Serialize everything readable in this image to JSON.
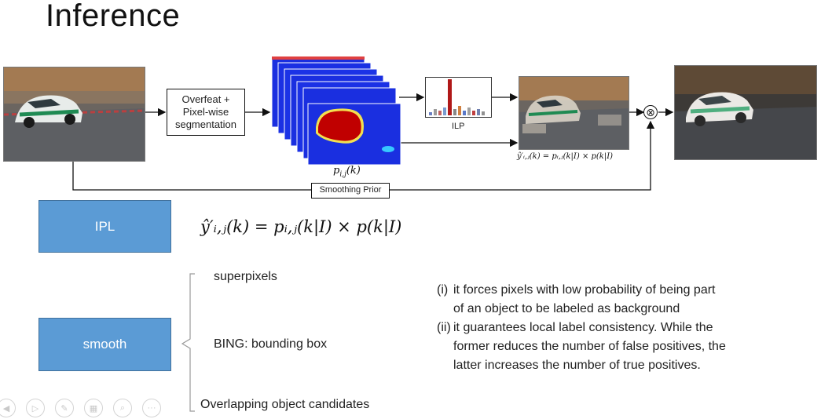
{
  "slide": {
    "title": "Inference"
  },
  "pipeline": {
    "overfeat_box": [
      "Overfeat +",
      "Pixel-wise",
      "segmentation"
    ],
    "heatmap_label": "p_{i,j}(k)",
    "histogram_label": "ILP",
    "smoothing_prior": "Smoothing Prior",
    "result_formula": "ŷ′ᵢ,ⱼ(k) = pᵢ,ⱼ(k|I) × p(k|I)",
    "combine_operator": "⊗"
  },
  "ipl": {
    "label": "IPL",
    "formula": "ŷ′ᵢ,ⱼ(k) = pᵢ,ⱼ(k|I) × p(k|I)"
  },
  "smooth": {
    "label": "smooth",
    "options": [
      "superpixels",
      "BING: bounding box",
      "Overlapping object candidates"
    ]
  },
  "notes": [
    {
      "marker": "(i)",
      "lines": [
        "it forces pixels with low probability of being part",
        "of an object to be labeled as background"
      ]
    },
    {
      "marker": "(ii)",
      "lines": [
        "it guarantees local label consistency. While the",
        "former reduces the number of false positives, the",
        "latter increases the number of true positives."
      ]
    }
  ],
  "controls": [
    "back-icon",
    "play-icon",
    "pen-icon",
    "slides-icon",
    "zoom-icon",
    "more-icon"
  ],
  "colors": {
    "accent_blue": "#5b9bd5",
    "heat_red": "#c00000",
    "heat_blue": "#1a2fe0"
  }
}
